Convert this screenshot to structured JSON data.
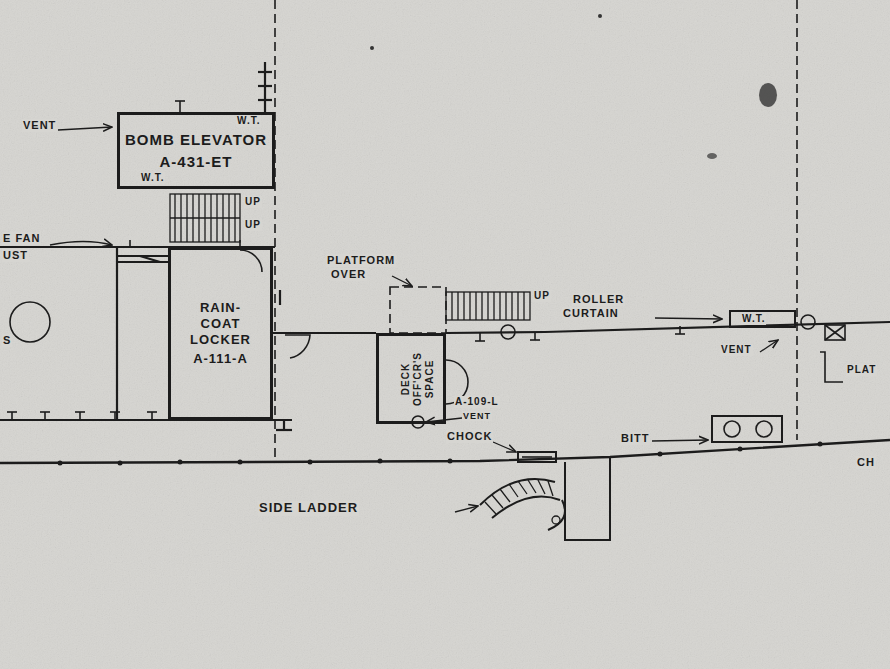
{
  "diagram": {
    "nodes": [
      {
        "text": [
          "BOMB ELEVATOR",
          "A-431-ET"
        ]
      },
      {
        "text": [
          "RAIN- COAT LOCKER",
          "A-111-A"
        ]
      },
      {
        "text": [
          "DECK OFF'CR'S SPACE"
        ]
      }
    ],
    "labels": [
      "VENT",
      "W.T.",
      "W.T.",
      "UP",
      "UP",
      "E FAN",
      "UST",
      "S",
      "PLATFORM",
      "OVER",
      "UP",
      "ROLLER",
      "CURTAIN",
      "A-109-L",
      "VENT",
      "CHOCK",
      "BITT",
      "W.T.",
      "VENT",
      "PLAT",
      "CH",
      "SIDE LADDER"
    ]
  }
}
